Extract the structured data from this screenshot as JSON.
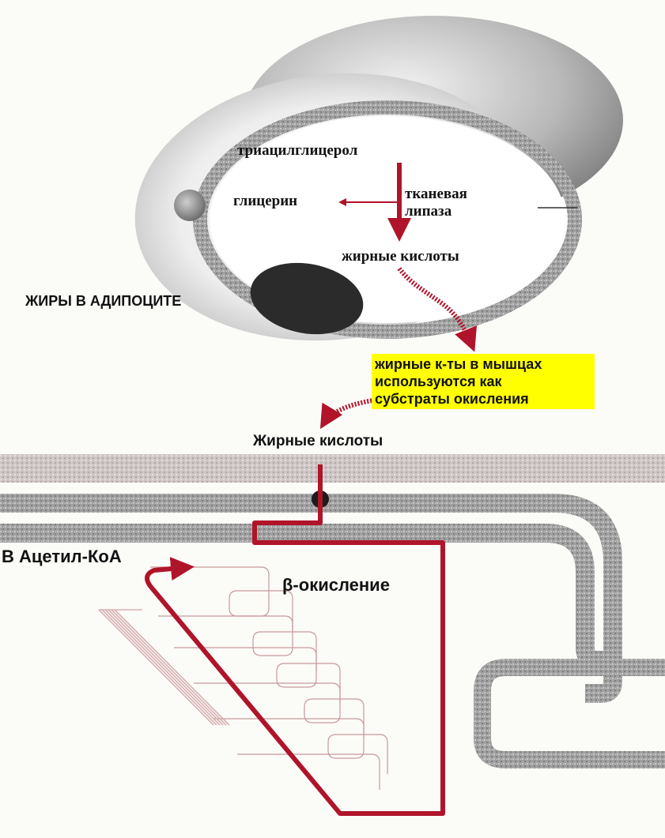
{
  "labels": {
    "triacylglycerol": "триацилглицерол",
    "glycerol": "глицерин",
    "lipase_line1": "тканевая",
    "lipase_line2": "липаза",
    "fatty_acids_adipocyte": "жирные кислоты",
    "adipocyte_title": "ЖИРЫ В АДИПОЦИТЕ",
    "note_line1": "жирные к-ты в мышцах",
    "note_line2": "используются как",
    "note_line3": "субстраты окисления",
    "fatty_acids_muscle": "Жирные кислоты",
    "acetyl_coa": "В Ацетил-КоА",
    "beta_oxidation": "β-окисление"
  },
  "colors": {
    "pathway_red": "#b0142a",
    "note_highlight": "#ffff00",
    "membrane_gray": "#9a9a9a",
    "lipid_droplet": "#2b2b2b"
  },
  "icons": {
    "transporter": "transporter-dot",
    "pathway_arrow": "arrowhead"
  }
}
